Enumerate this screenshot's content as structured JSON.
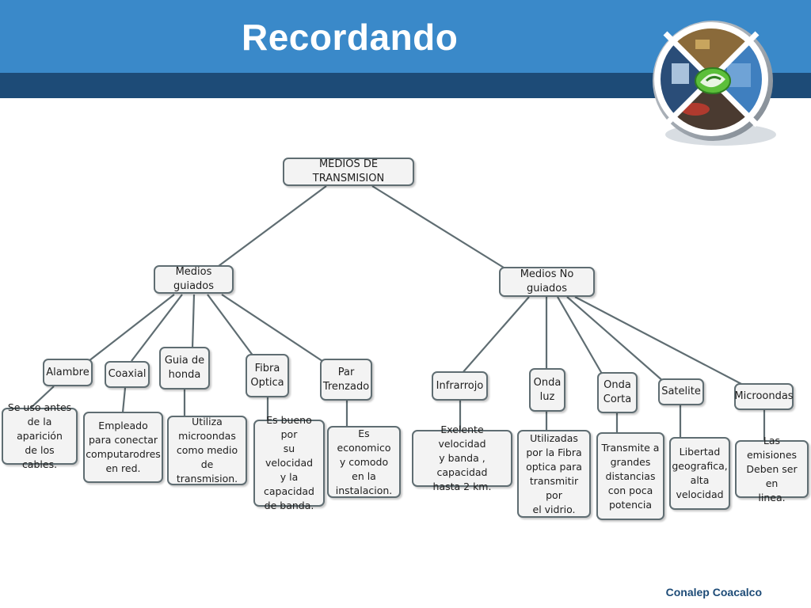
{
  "slide": {
    "title": "Recordando",
    "footer": "Conalep Coacalco"
  },
  "colors": {
    "header": "#3a89c9",
    "header_stripe": "#1d4b77",
    "node_fill": "#f3f3f3",
    "node_border": "#5f6d72",
    "connector": "#5f6d72"
  },
  "concept_map": {
    "root": "MEDIOS DE TRANSMISION",
    "guided": {
      "label": "Medios guiados",
      "items": [
        {
          "name": "Alambre",
          "description": "Se uso antes\nde la aparición\nde los cables."
        },
        {
          "name": "Coaxial",
          "description": "Empleado\npara conectar\ncomputarodres\nen red."
        },
        {
          "name": "Guia de\nhonda",
          "description": "Utiliza\nmicroondas\ncomo medio\nde transmision."
        },
        {
          "name": "Fibra\nOptica",
          "description": "Es bueno por\nsu velocidad\ny la\ncapacidad\nde banda."
        },
        {
          "name": "Par\nTrenzado",
          "description": "Es economico\ny comodo\nen la\ninstalacion."
        }
      ]
    },
    "unguided": {
      "label": "Medios No guiados",
      "items": [
        {
          "name": "Infrarrojo",
          "description": "Exelente velocidad\ny banda , capacidad\nhasta 2 km."
        },
        {
          "name": "Onda\nluz",
          "description": "Utilizadas\npor la Fibra\noptica para\ntransmitir por\nel vidrio."
        },
        {
          "name": "Onda\nCorta",
          "description": "Transmite a\ngrandes\ndistancias\ncon poca\npotencia"
        },
        {
          "name": "Satelite",
          "description": "Libertad\ngeografica,\nalta\nvelocidad"
        },
        {
          "name": "Microondas",
          "description": "Las emisiones\nDeben ser en\nlinea."
        }
      ]
    }
  }
}
